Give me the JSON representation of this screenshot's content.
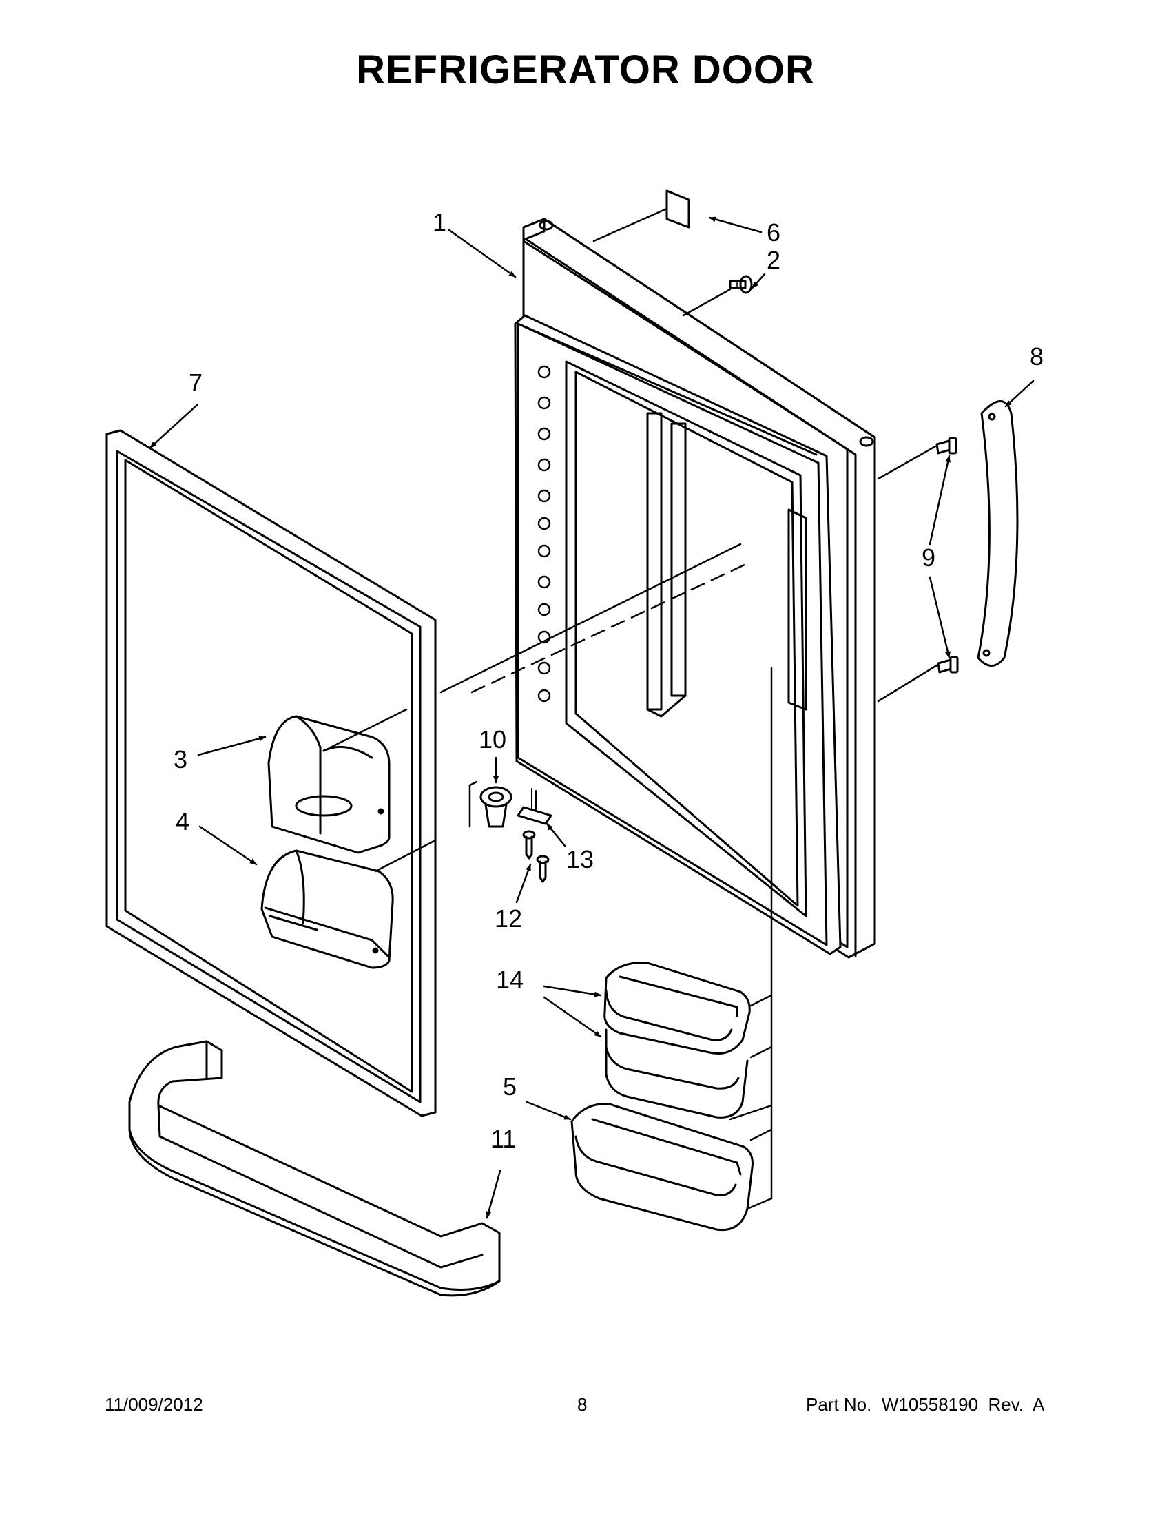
{
  "title": "REFRIGERATOR DOOR",
  "callouts": {
    "c1": "1",
    "c2": "2",
    "c3": "3",
    "c4": "4",
    "c5": "5",
    "c6": "6",
    "c7": "7",
    "c8": "8",
    "c9": "9",
    "c10": "10",
    "c11": "11",
    "c12": "12",
    "c13": "13",
    "c14": "14"
  },
  "footer": {
    "date": "11/009/2012",
    "page": "8",
    "part": "Part No.  W10558190  Rev.  A"
  }
}
